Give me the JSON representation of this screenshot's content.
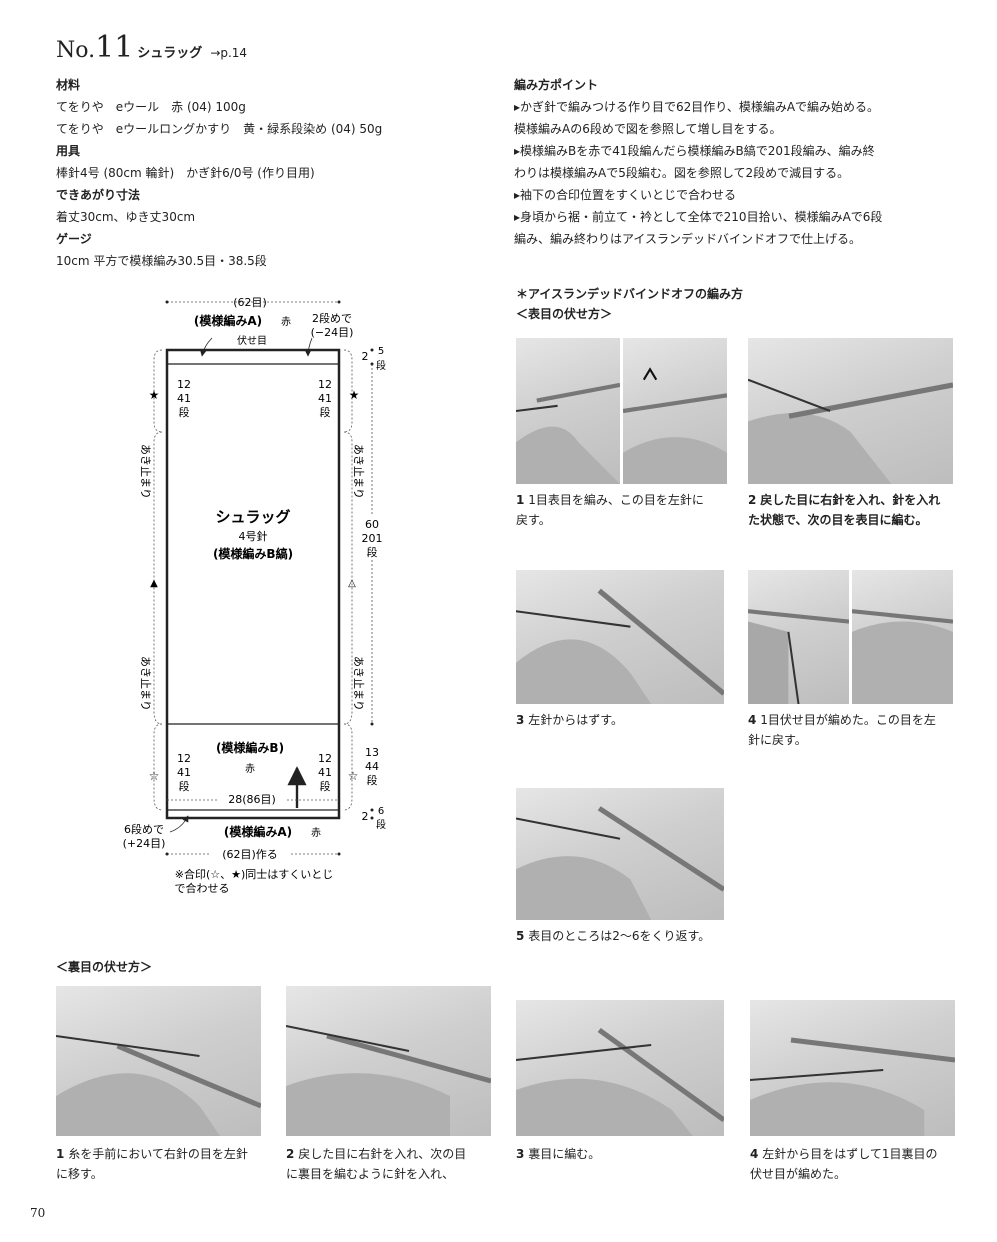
{
  "title": {
    "no": "No.",
    "num": "11",
    "name": "シュラッグ",
    "ref": "→p.14"
  },
  "materials": {
    "heading": "材料",
    "lines": [
      "てをりや　eウール　赤 (04) 100g",
      "てをりや　eウールロングかすり　黄・緑系段染め (04) 50g"
    ]
  },
  "tools": {
    "heading": "用具",
    "lines": [
      "棒針4号 (80cm 輪針)　かぎ針6/0号 (作り目用)"
    ]
  },
  "size": {
    "heading": "できあがり寸法",
    "lines": [
      "着丈30cm、ゆき丈30cm"
    ]
  },
  "gauge": {
    "heading": "ゲージ",
    "lines": [
      "10cm 平方で模様編み30.5目・38.5段"
    ]
  },
  "points": {
    "heading": "編み方ポイント",
    "lines": [
      "▸かぎ針で編みつける作り目で62目作り、模様編みAで編み始める。",
      "模様編みAの6段めで図を参照して増し目をする。",
      "▸模様編みBを赤で41段編んだら模様編みB縞で201段編み、編み終",
      "わりは模様編みAで5段編む。図を参照して2段めで減目する。",
      "▸袖下の合印位置をすくいとじで合わせる",
      "▸身頃から裾・前立て・衿として全体で210目拾い、模様編みAで6段",
      "編み、編み終わりはアイスランデッドバインドオフで仕上げる。"
    ]
  },
  "diagram": {
    "top_width": "(62目)",
    "top_pattern": "(模様編みA)",
    "top_color": "赤",
    "top_note1": "2段めで",
    "top_note2": "(−24目)",
    "bindoff": "伏せ目",
    "top_rows_a": "2",
    "top_rows_b": "5",
    "top_rows_c": "段",
    "left_top_1": "12",
    "left_top_2": "41",
    "left_top_3": "段",
    "right_top_1": "12",
    "right_top_2": "41",
    "right_top_3": "段",
    "star": "★",
    "open_star": "☆",
    "tri": "▲",
    "open_tri": "△",
    "stop_l1": "あき止まり",
    "stop_l2": "あき止まり",
    "stop_r1": "あき止まり",
    "stop_r2": "あき止まり",
    "right_mid_1": "60",
    "right_mid_2": "201",
    "right_mid_3": "段",
    "center_name": "シュラッグ",
    "center_needle": "4号針",
    "center_pattern": "(模様編みB縞)",
    "bottom_pattern_b": "(模様編みB)",
    "bottom_color_b": "赤",
    "left_bot_1": "12",
    "left_bot_2": "41",
    "left_bot_3": "段",
    "right_bot_1": "12",
    "right_bot_2": "41",
    "right_bot_3": "段",
    "right_bot_o1": "13",
    "right_bot_o2": "44",
    "right_bot_o3": "段",
    "bot_rows_a": "2",
    "bot_rows_b": "6",
    "bot_rows_c": "段",
    "bottom_width": "28(86目)",
    "bottom_note1": "6段めで",
    "bottom_note2": "(+24目)",
    "bottom_pattern_a": "(模様編みA)",
    "bottom_color_a": "赤",
    "bottom_cast": "(62目)作る",
    "note1": "※合印(☆、★)同士はすくいとじ",
    "note2": "で合わせる"
  },
  "ibo": {
    "heading": "＊アイスランデッドバインドオフの編み方",
    "sub": "＜表目の伏せ方＞",
    "captions": [
      {
        "num": "1",
        "lines": [
          "1目表目を編み、この目を左針に",
          "戻す。"
        ]
      },
      {
        "num": "2",
        "lines": [
          "戻した目に右針を入れ、針を入れ",
          "た状態で、次の目を表目に編む。"
        ]
      },
      {
        "num": "3",
        "lines": [
          "左針からはずす。"
        ]
      },
      {
        "num": "4",
        "lines": [
          "1目伏せ目が編めた。この目を左",
          "針に戻す。"
        ]
      },
      {
        "num": "5",
        "lines": [
          "表目のところは2〜6をくり返す。"
        ]
      }
    ]
  },
  "purl": {
    "heading": "＜裏目の伏せ方＞",
    "captions": [
      {
        "num": "1",
        "lines": [
          "糸を手前において右針の目を左針",
          "に移す。"
        ]
      },
      {
        "num": "2",
        "lines": [
          "戻した目に右針を入れ、次の目",
          "に裏目を編むように針を入れ、"
        ]
      },
      {
        "num": "3",
        "lines": [
          "裏目に編む。"
        ]
      },
      {
        "num": "4",
        "lines": [
          "左針から目をはずして1目裏目の",
          "伏せ目が編めた。"
        ]
      }
    ]
  },
  "page_number": "70"
}
